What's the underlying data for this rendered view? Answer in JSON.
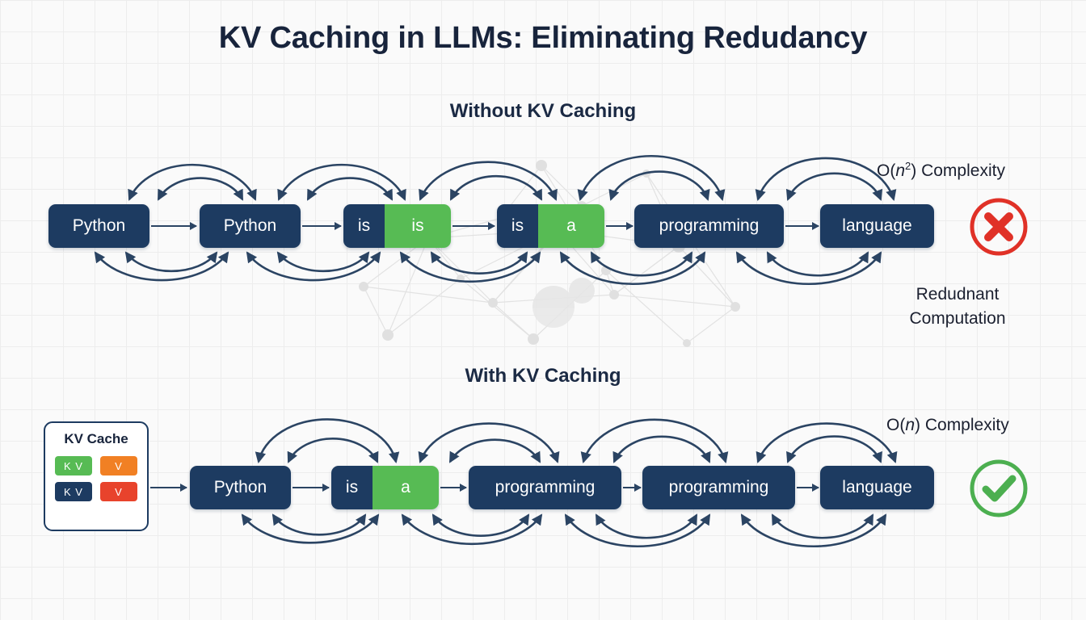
{
  "title": "KV Caching in LLMs: Eliminating Redudancy",
  "sections": {
    "without": {
      "heading": "Without KV Caching",
      "complexity_prefix": "O(",
      "complexity_var": "n",
      "complexity_sup": "2",
      "complexity_suffix": ") Complexity",
      "note_line1": "Redudnant",
      "note_line2": "Computation",
      "badge_icon": "cross-circle-icon",
      "badge_color": "#e03127",
      "tokens": [
        {
          "left": "Python",
          "right": null
        },
        {
          "left": "Python",
          "right": null
        },
        {
          "left": "is",
          "right": "is"
        },
        {
          "left": "is",
          "right": "a"
        },
        {
          "left": "programming",
          "right": null
        },
        {
          "left": "language",
          "right": null
        }
      ]
    },
    "with": {
      "heading": "With KV Caching",
      "complexity_prefix": "O(",
      "complexity_var": "n",
      "complexity_sup": "",
      "complexity_suffix": ") Complexity",
      "badge_icon": "check-circle-icon",
      "badge_color": "#4caf50",
      "tokens": [
        {
          "left": "Python",
          "right": null
        },
        {
          "left": "is",
          "right": "a"
        },
        {
          "left": "programming",
          "right": null
        },
        {
          "left": "programming",
          "right": null
        },
        {
          "left": "language",
          "right": null
        }
      ]
    }
  },
  "kv_cache": {
    "title": "KV Cache",
    "chips": [
      {
        "label": "K V",
        "color": "#57bb54",
        "style": "green"
      },
      {
        "label": "V",
        "color": "#f18024",
        "style": "orange"
      },
      {
        "label": "K V",
        "color": "#1d3b61",
        "style": "navy"
      },
      {
        "label": "V",
        "color": "#e8432c",
        "style": "red"
      }
    ]
  },
  "colors": {
    "navy": "#1d3b61",
    "green": "#57bb54",
    "orange": "#f18024",
    "red": "#e8432c",
    "arrow": "#2b4463",
    "background": "#fafafa",
    "grid": "#ededed",
    "text_dark": "#18243c"
  }
}
